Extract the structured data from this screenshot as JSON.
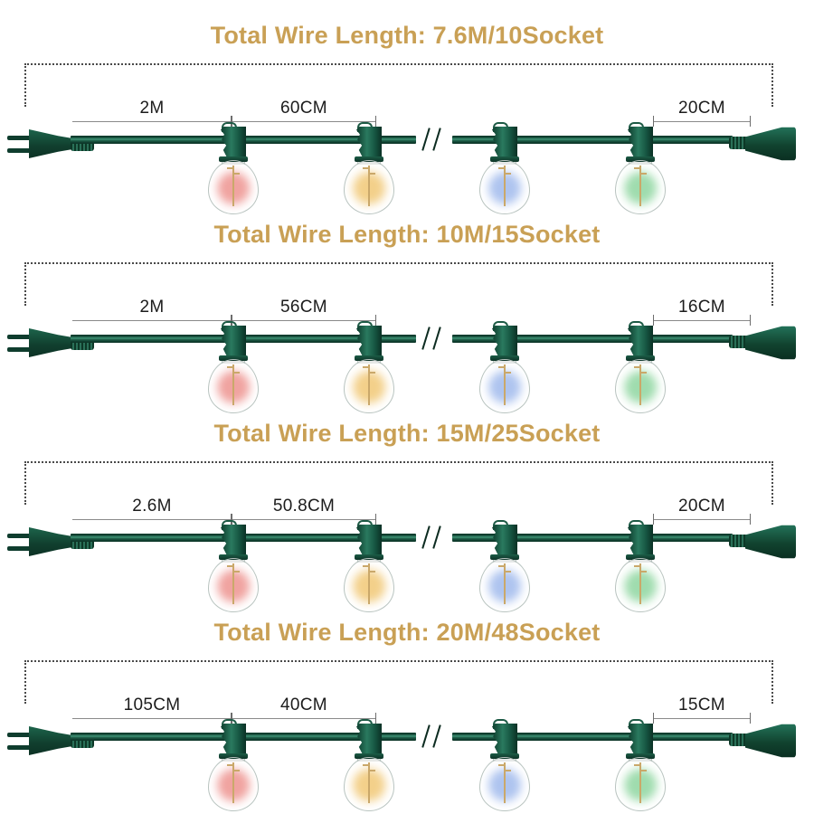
{
  "meta": {
    "accent_gold": "#c9a055",
    "wire_green": "#0f3d2e",
    "text_dark": "#1c1c1c"
  },
  "sections": [
    {
      "title": "Total Wire Length: 7.6M/10Socket",
      "dimensions": {
        "lead": "2M",
        "spacing": "60CM",
        "tail": "20CM"
      },
      "bulbs": [
        {
          "name": "bulb-red",
          "color": "#f0a3a0"
        },
        {
          "name": "bulb-amber",
          "color": "#f3d08a"
        },
        {
          "name": "bulb-blue",
          "color": "#aec4ef"
        },
        {
          "name": "bulb-green",
          "color": "#9fdcae"
        }
      ]
    },
    {
      "title": "Total Wire Length: 10M/15Socket",
      "dimensions": {
        "lead": "2M",
        "spacing": "56CM",
        "tail": "16CM"
      },
      "bulbs": [
        {
          "name": "bulb-red",
          "color": "#f0a3a0"
        },
        {
          "name": "bulb-amber",
          "color": "#f3d08a"
        },
        {
          "name": "bulb-blue",
          "color": "#aec4ef"
        },
        {
          "name": "bulb-green",
          "color": "#9fdcae"
        }
      ]
    },
    {
      "title": "Total Wire Length: 15M/25Socket",
      "dimensions": {
        "lead": "2.6M",
        "spacing": "50.8CM",
        "tail": "20CM"
      },
      "bulbs": [
        {
          "name": "bulb-red",
          "color": "#f0a3a0"
        },
        {
          "name": "bulb-amber",
          "color": "#f3d08a"
        },
        {
          "name": "bulb-blue",
          "color": "#aec4ef"
        },
        {
          "name": "bulb-green",
          "color": "#9fdcae"
        }
      ]
    },
    {
      "title": "Total Wire Length: 20M/48Socket",
      "dimensions": {
        "lead": "105CM",
        "spacing": "40CM",
        "tail": "15CM"
      },
      "bulbs": [
        {
          "name": "bulb-red",
          "color": "#f0a3a0"
        },
        {
          "name": "bulb-amber",
          "color": "#f3d08a"
        },
        {
          "name": "bulb-blue",
          "color": "#aec4ef"
        },
        {
          "name": "bulb-green",
          "color": "#9fdcae"
        }
      ]
    }
  ]
}
